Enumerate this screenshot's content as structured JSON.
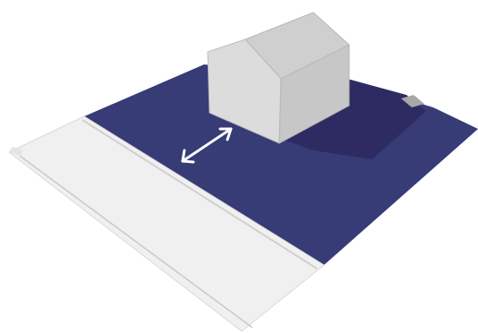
{
  "diagram": {
    "elements": [
      "house",
      "lot",
      "street",
      "setback-distance-arrow"
    ],
    "colors": {
      "lot": "#373b76",
      "lot_shadow": "#2e2b63",
      "street": "#f0f0f0",
      "street_edge": "#c9c9c9",
      "house_front": "#dcdcdc",
      "house_side": "#c4c4c4",
      "house_roof": "#cfcfcf",
      "arrow": "#ffffff"
    },
    "icons": {
      "distance_arrow": "double-headed-arrow-icon"
    }
  }
}
